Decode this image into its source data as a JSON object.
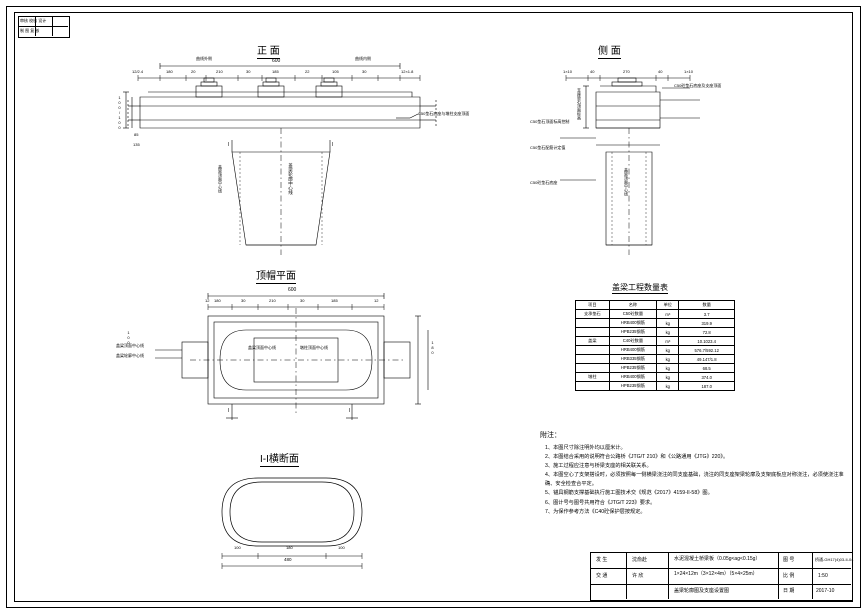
{
  "sheet": {
    "stamp_lines": [
      "审核 校核 设计",
      "制 图 复 核"
    ],
    "views": {
      "front": "正 面",
      "side": "侧 面",
      "top": "顶帽平面",
      "section": "I-I横断面"
    },
    "quantity_table": {
      "title": "盖梁工程数量表",
      "headers": [
        "项目",
        "名称",
        "单位",
        "数量"
      ],
      "rows": [
        [
          "支承垫石",
          "C50砼数量",
          "m³",
          "3.7"
        ],
        [
          "",
          "HRB400钢筋",
          "kg",
          "319.9"
        ],
        [
          "",
          "HPB235钢筋",
          "kg",
          "72.8"
        ],
        [
          "盖梁",
          "C40砼数量",
          "m³",
          "10.1023.4"
        ],
        [
          "",
          "HRB400钢筋",
          "kg",
          "576.7/592.12"
        ],
        [
          "",
          "HRB335钢筋",
          "kg",
          "49.147/1.8"
        ],
        [
          "",
          "HPB235钢筋",
          "kg",
          "68.5"
        ],
        [
          "墩柱",
          "HRB400钢筋",
          "kg",
          "374.0"
        ],
        [
          "",
          "HPB235钢筋",
          "kg",
          "187.0"
        ]
      ]
    },
    "notes_title": "附注：",
    "notes": [
      "1、本图尺寸除注明外均以厘米计。",
      "2、本图结合采用的说明符合公路桥《JTG/T 210》和《公路通用《JTG》220》。",
      "3、施工过程应注意与桥梁支座的相关联关系。",
      "4、本图空心了支架搭设时，必须按照每一侧横梁浇注的同支座基础，浇注的同支座架梁轮廓及支架底板应对称浇注，必须使浇注准确、安全检查合平定。",
      "5、锚具钢筋支撑基础执行施工图技术交《规范《2017》4159-II-58》图。",
      "6、图计号与图号共用符合《JTG/T 223》要求。",
      "7、为保作参考方法《C40砼保护层按规定。"
    ],
    "titleblock": {
      "left_rows": [
        [
          "发 生",
          "沈俞赴",
          "水泥混凝土桥梁板（0.05g<ag<0.15g）"
        ],
        [
          "交 通",
          "许 欣",
          "1×24×12m（3×12×4m）（5×4×25m）"
        ],
        [
          "",
          "",
          "盖梁轮廓图及支座设置图"
        ]
      ],
      "right_rows": [
        [
          "图 号",
          "桥通-GH17(4)03-II-04"
        ],
        [
          "比 例",
          "1:50"
        ],
        [
          "日 期",
          "2017-10"
        ]
      ],
      "right_labels": [
        "图 号",
        "比 例",
        "日 期"
      ]
    },
    "front_view": {
      "top_dims_left": [
        "曲线外侧",
        "曲线内侧"
      ],
      "overall": "600",
      "dims_row": [
        "12/2.4",
        "180",
        "20",
        "210",
        "30",
        "185",
        "22",
        "105",
        "30",
        "12×1.8"
      ],
      "left_notes": [
        "100/100",
        "85",
        "135"
      ],
      "right_note": "C50垫石底座与墩柱支座顶面",
      "centerline_text": "盖梁轮廓中心线",
      "col_label": "盖梁顶面中心线"
    },
    "side_view": {
      "dims": [
        "1×10",
        "40",
        "270",
        "40",
        "1×10"
      ],
      "notes": [
        "C50砼垫石底座及支座顶面",
        "C50垫石顶面标高控制",
        "C50垫石配筋计定值",
        "C50砼垫石底座"
      ],
      "vertical_note": "支座垫石顶面标高"
    },
    "top_view": {
      "overall": "600",
      "dims_top": [
        "12",
        "180",
        "30",
        "210",
        "30",
        "185",
        "12"
      ],
      "left_label": "盖梁顶面中心线",
      "right_label": "盖梁轮廓中心线",
      "inner_labels": [
        "盖梁顶面中心线",
        "墩柱顶面中心线"
      ],
      "bottom_left": "I",
      "bottom_right": "I"
    },
    "section_view": {
      "dims": [
        "100",
        "180",
        "100"
      ],
      "width": "480"
    }
  }
}
